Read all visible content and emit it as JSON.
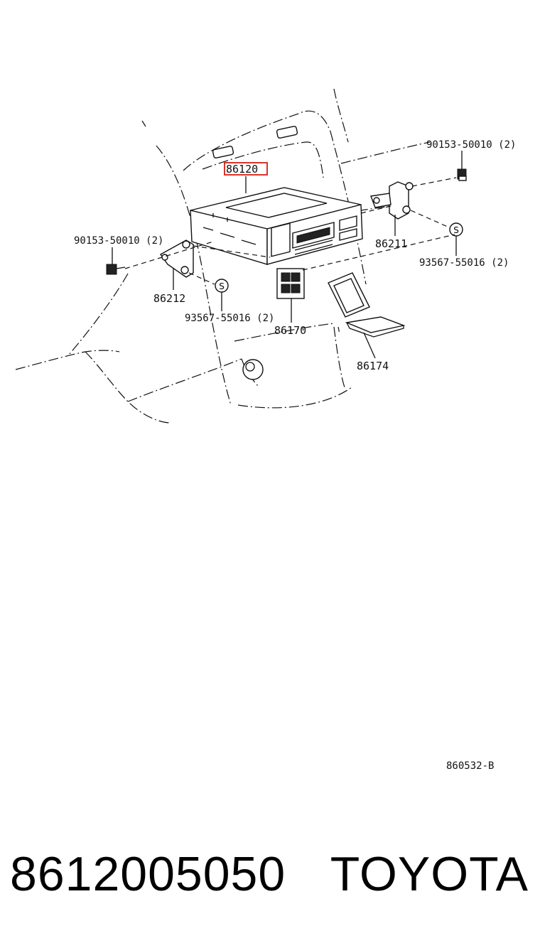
{
  "diagram": {
    "highlighted_part": "86120",
    "callouts": {
      "bolt_right": "90153-50010 (2)",
      "bolt_left": "90153-50010 (2)",
      "bracket_right": "86211",
      "bracket_left": "86212",
      "washer_right": "93567-55016 (2)",
      "washer_left": "93567-55016 (2)",
      "switch": "86170",
      "pocket": "86174"
    },
    "diagram_code": "860532-B",
    "highlight_color": "#d9342b"
  },
  "footer": {
    "part_number": "8612005050",
    "brand": "TOYOTA"
  }
}
